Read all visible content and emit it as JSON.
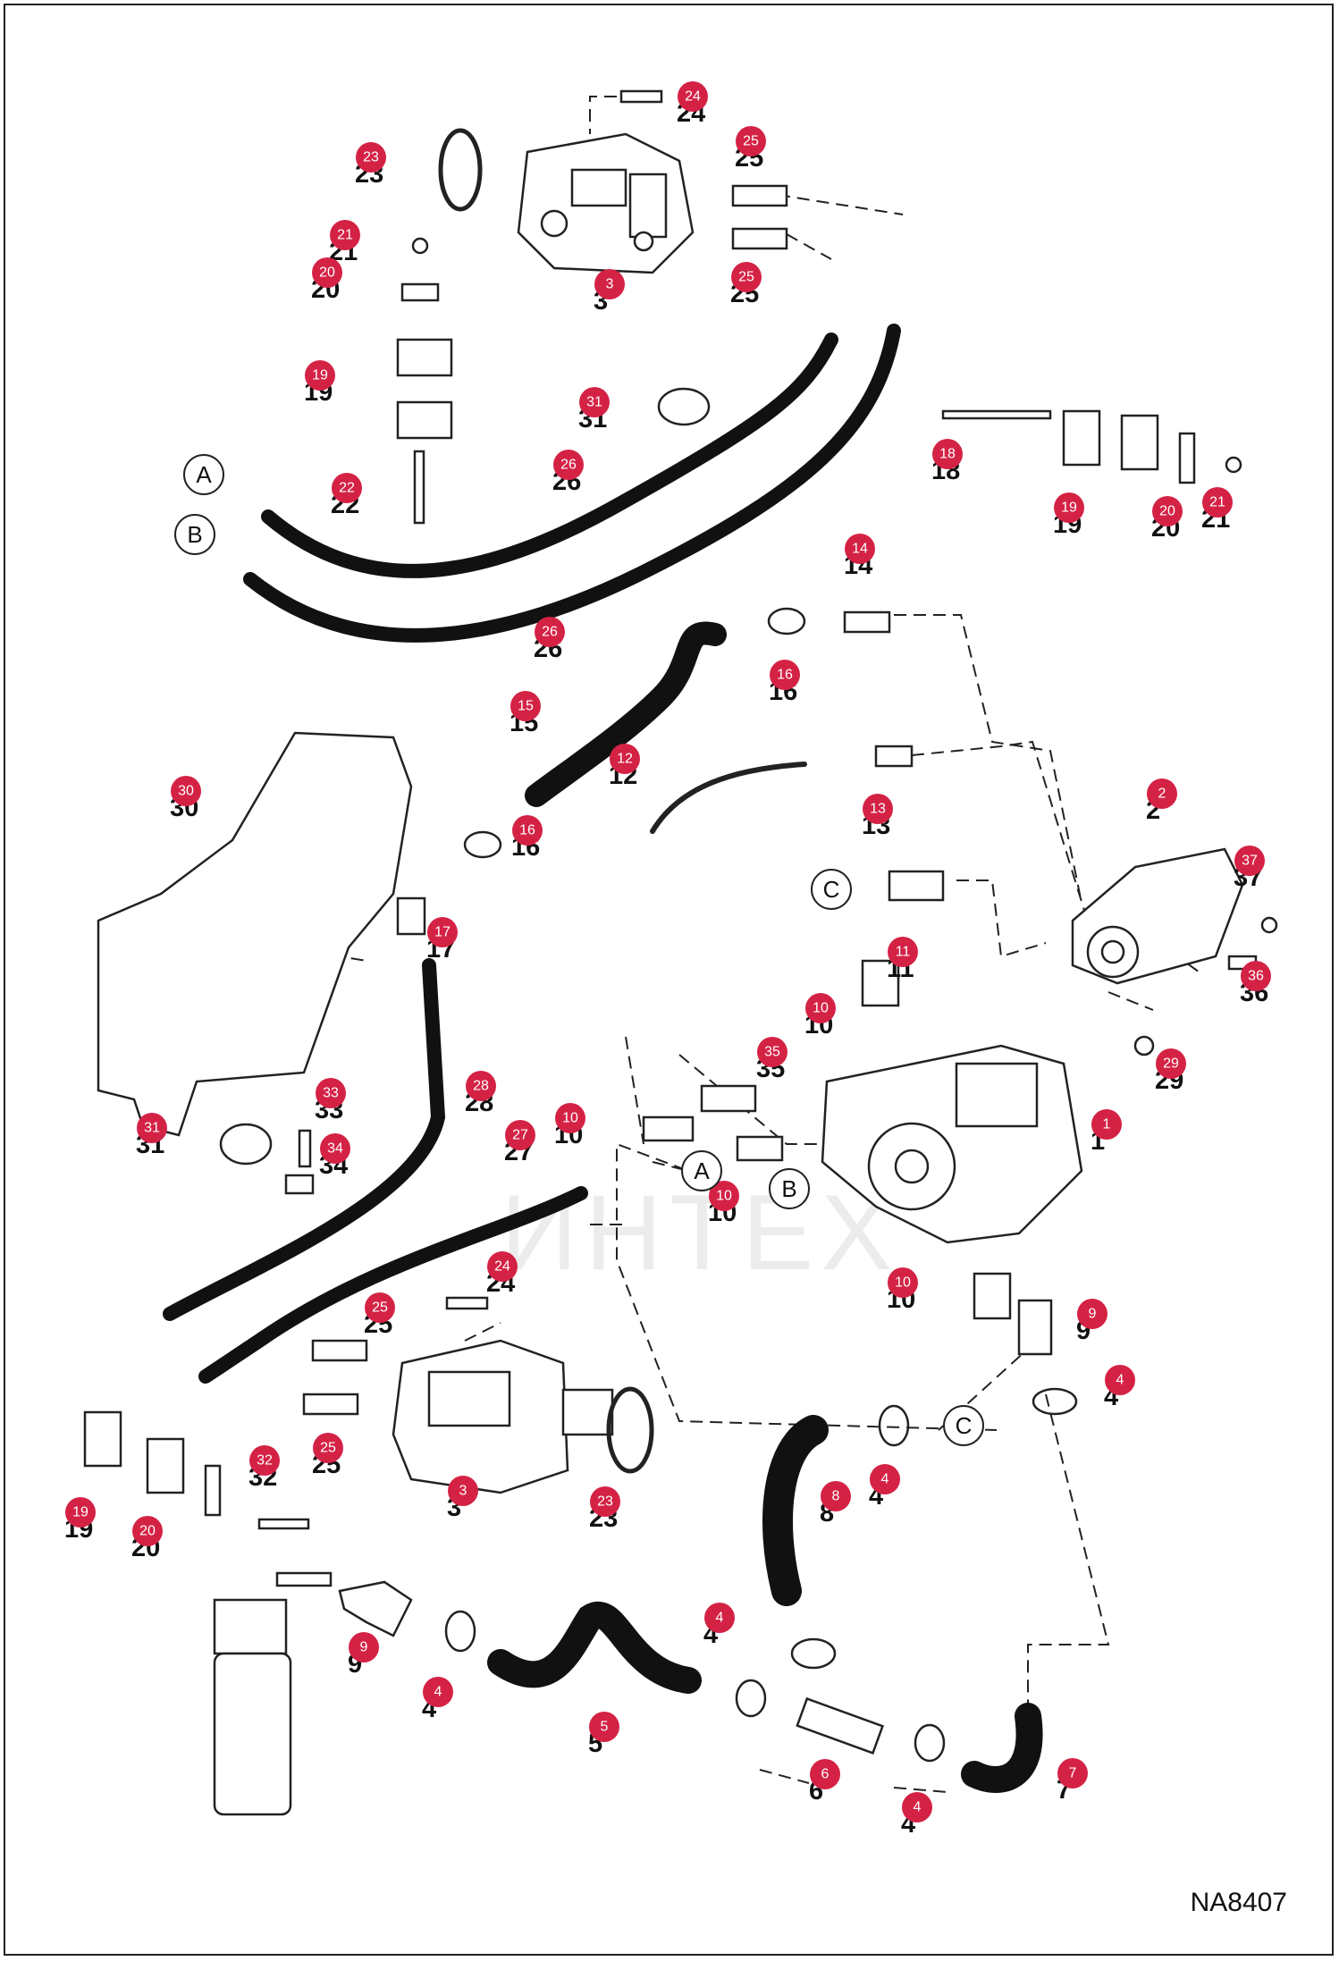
{
  "drawing_code": "NA8407",
  "watermark_text": "ИНТЕХ",
  "colors": {
    "badge": "#d42245",
    "hose": "#111111",
    "line": "#222222"
  },
  "callouts": [
    {
      "id": "p24a",
      "num": "24"
    },
    {
      "id": "p25a",
      "num": "25"
    },
    {
      "id": "p23a",
      "num": "23"
    },
    {
      "id": "p21a",
      "num": "21"
    },
    {
      "id": "p20a",
      "num": "20"
    },
    {
      "id": "p3a",
      "num": "3"
    },
    {
      "id": "p25b",
      "num": "25"
    },
    {
      "id": "p19a",
      "num": "19"
    },
    {
      "id": "p31a",
      "num": "31"
    },
    {
      "id": "p22",
      "num": "22"
    },
    {
      "id": "p26a",
      "num": "26"
    },
    {
      "id": "p18",
      "num": "18"
    },
    {
      "id": "p19b",
      "num": "19"
    },
    {
      "id": "p20b",
      "num": "20"
    },
    {
      "id": "p21b",
      "num": "21"
    },
    {
      "id": "p14",
      "num": "14"
    },
    {
      "id": "p26b",
      "num": "26"
    },
    {
      "id": "p16a",
      "num": "16"
    },
    {
      "id": "p15",
      "num": "15"
    },
    {
      "id": "p12",
      "num": "12"
    },
    {
      "id": "p30",
      "num": "30"
    },
    {
      "id": "p16b",
      "num": "16"
    },
    {
      "id": "p13",
      "num": "13"
    },
    {
      "id": "p2",
      "num": "2"
    },
    {
      "id": "p37",
      "num": "37"
    },
    {
      "id": "p17",
      "num": "17"
    },
    {
      "id": "p11",
      "num": "11"
    },
    {
      "id": "p36",
      "num": "36"
    },
    {
      "id": "p10a",
      "num": "10"
    },
    {
      "id": "p35",
      "num": "35"
    },
    {
      "id": "p29",
      "num": "29"
    },
    {
      "id": "p28",
      "num": "28"
    },
    {
      "id": "p33",
      "num": "33"
    },
    {
      "id": "p31b",
      "num": "31"
    },
    {
      "id": "p10b",
      "num": "10"
    },
    {
      "id": "p1",
      "num": "1"
    },
    {
      "id": "p27",
      "num": "27"
    },
    {
      "id": "p34",
      "num": "34"
    },
    {
      "id": "p10c",
      "num": "10"
    },
    {
      "id": "p24b",
      "num": "24"
    },
    {
      "id": "p10d",
      "num": "10"
    },
    {
      "id": "p25c",
      "num": "25"
    },
    {
      "id": "p9a",
      "num": "9"
    },
    {
      "id": "p4a",
      "num": "4"
    },
    {
      "id": "p3b",
      "num": "3"
    },
    {
      "id": "p25d",
      "num": "25"
    },
    {
      "id": "p8",
      "num": "8"
    },
    {
      "id": "p4b",
      "num": "4"
    },
    {
      "id": "p32",
      "num": "32"
    },
    {
      "id": "p19c",
      "num": "19"
    },
    {
      "id": "p20c",
      "num": "20"
    },
    {
      "id": "p23b",
      "num": "23"
    },
    {
      "id": "p9b",
      "num": "9"
    },
    {
      "id": "p4c",
      "num": "4"
    },
    {
      "id": "p5",
      "num": "5"
    },
    {
      "id": "p4d",
      "num": "4"
    },
    {
      "id": "p6",
      "num": "6"
    },
    {
      "id": "p7",
      "num": "7"
    },
    {
      "id": "p4e",
      "num": "4"
    }
  ],
  "refs": [
    {
      "id": "refA1",
      "letter": "A"
    },
    {
      "id": "refB1",
      "letter": "B"
    },
    {
      "id": "refC1",
      "letter": "C"
    },
    {
      "id": "refA2",
      "letter": "A"
    },
    {
      "id": "refB2",
      "letter": "B"
    },
    {
      "id": "refC2",
      "letter": "C"
    }
  ]
}
